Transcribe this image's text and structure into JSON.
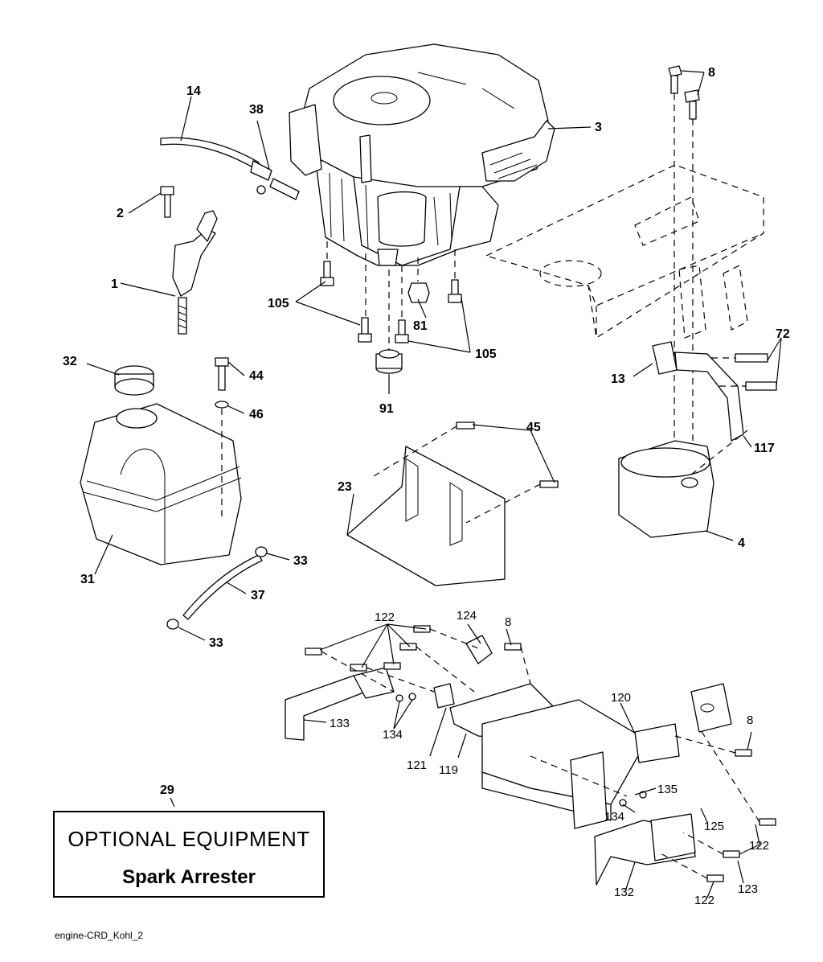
{
  "callouts": {
    "c14": "14",
    "c38": "38",
    "c3": "3",
    "c8a": "8",
    "c2": "2",
    "c1": "1",
    "c105a": "105",
    "c81": "81",
    "c105b": "105",
    "c72": "72",
    "c13": "13",
    "c117": "117",
    "c32": "32",
    "c44": "44",
    "c46": "46",
    "c91": "91",
    "c45": "45",
    "c23": "23",
    "c4": "4",
    "c31": "31",
    "c33a": "33",
    "c37": "37",
    "c33b": "33",
    "c122a": "122",
    "c124": "124",
    "c8b": "8",
    "c120": "120",
    "c133": "133",
    "c134a": "134",
    "c121": "121",
    "c119": "119",
    "c8c": "8",
    "c135": "135",
    "c134b": "134",
    "c125": "125",
    "c122b": "122",
    "c132": "132",
    "c122c": "122",
    "c123": "123",
    "c29": "29"
  },
  "optional_equipment": {
    "title": "OPTIONAL EQUIPMENT",
    "subtitle": "Spark Arrester"
  },
  "footer": {
    "reference": "engine-CRD_Kohl_2"
  }
}
